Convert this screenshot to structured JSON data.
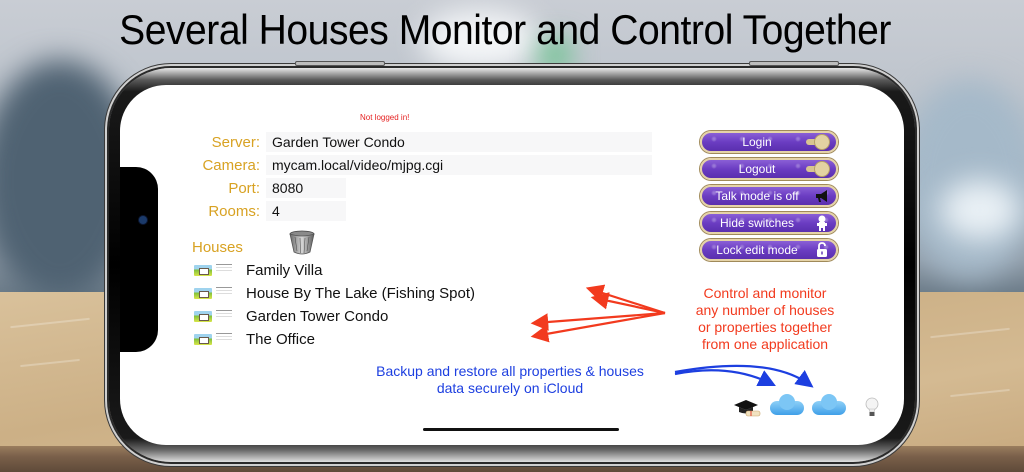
{
  "headline": "Several Houses Monitor and Control Together",
  "app": {
    "status_message": "Not logged in!",
    "form": {
      "server": {
        "label": "Server:",
        "value": "Garden Tower Condo"
      },
      "camera": {
        "label": "Camera:",
        "value": "mycam.local/video/mjpg.cgi"
      },
      "port": {
        "label": "Port:",
        "value": "8080"
      },
      "rooms": {
        "label": "Rooms:",
        "value": "4"
      }
    },
    "houses": {
      "label": "Houses",
      "trash_icon": "trash-can-icon",
      "items": [
        {
          "name": "Family Villa"
        },
        {
          "name": "House By The Lake (Fishing Spot)"
        },
        {
          "name": "Garden Tower Condo"
        },
        {
          "name": "The Office"
        }
      ]
    },
    "buttons": [
      {
        "label": "Login",
        "icon": "key-icon"
      },
      {
        "label": "Logout",
        "icon": "key-icon"
      },
      {
        "label": "Talk mode is off",
        "icon": "megaphone-icon"
      },
      {
        "label": "Hide switches",
        "icon": "switch-character-icon"
      },
      {
        "label": "Lock edit mode",
        "icon": "unlocked-padlock-icon"
      }
    ],
    "bottom_icons": [
      {
        "name": "graduation-cap-icon"
      },
      {
        "name": "cloud-download-icon",
        "arrow_color": "#5cb82c"
      },
      {
        "name": "cloud-upload-icon",
        "arrow_color": "#e8201a"
      },
      {
        "name": "lightbulb-icon"
      }
    ]
  },
  "annotations": {
    "red": "Control and monitor any number of houses or properties together from one application",
    "red_lines": [
      "Control and monitor",
      "any number of houses",
      "or properties together",
      "from one application"
    ],
    "blue_lines": [
      "Backup and restore all properties & houses",
      "data securely on iCloud"
    ]
  },
  "colors": {
    "label_gold": "#d8a223",
    "button_purple": "#6b3dc2",
    "status_red": "#e52222",
    "annotation_red": "#f23a1e",
    "annotation_blue": "#1d3fe0"
  }
}
